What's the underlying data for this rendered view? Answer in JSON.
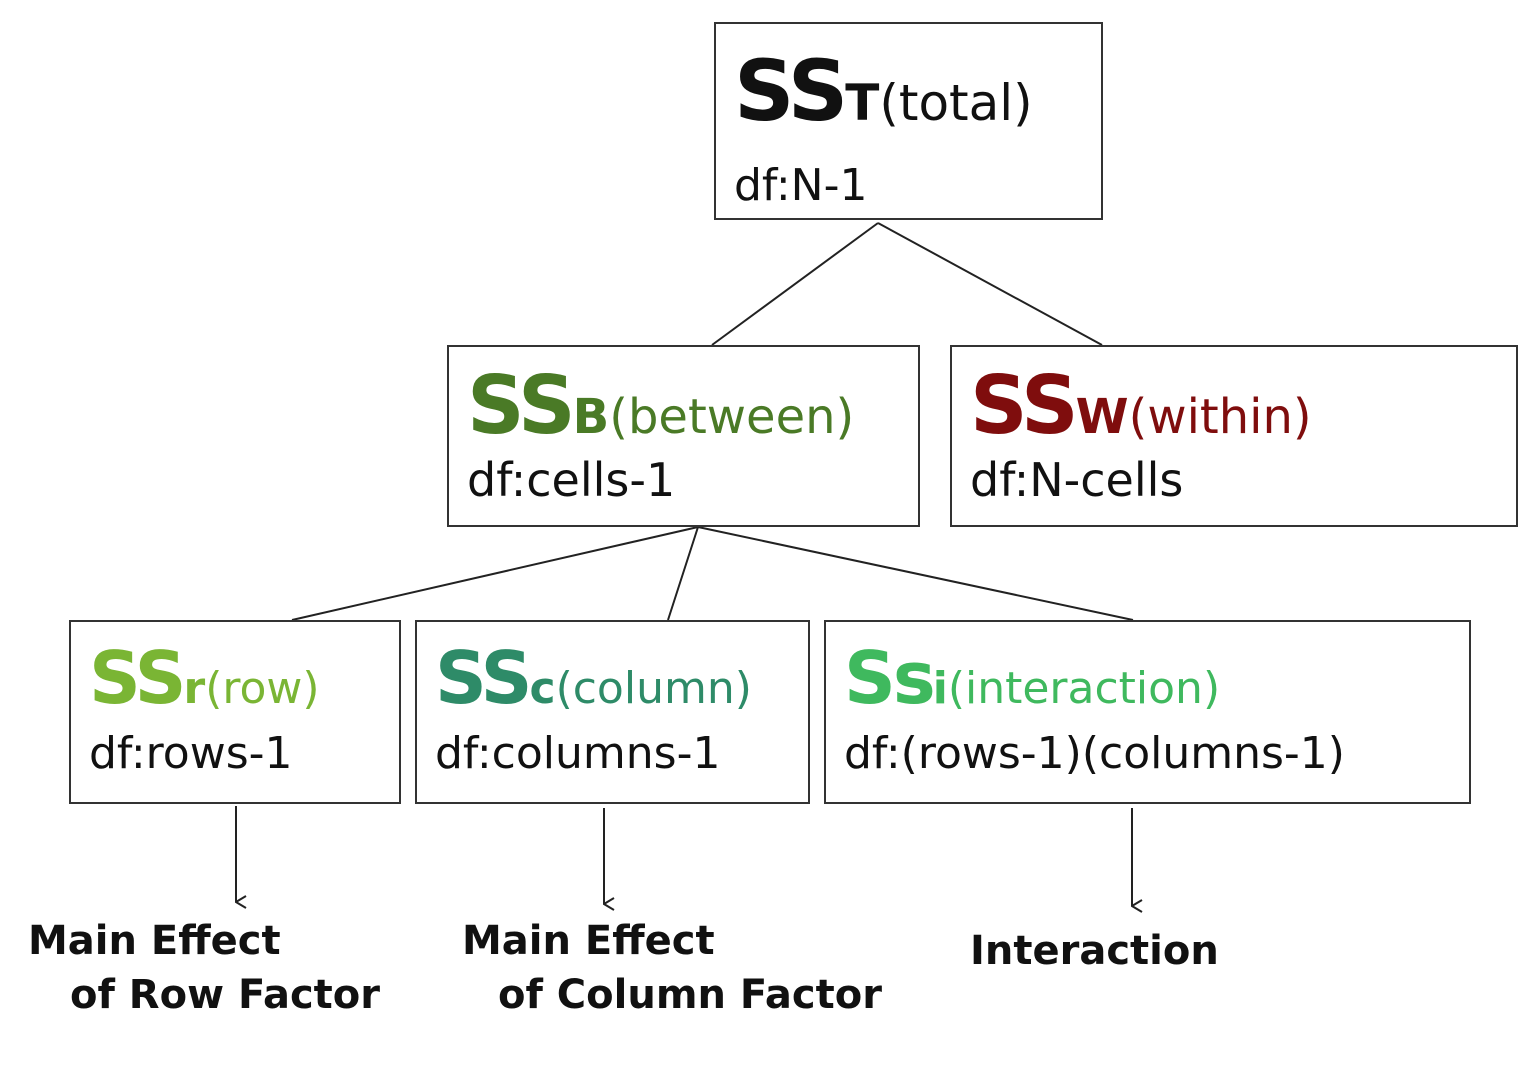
{
  "nodes": {
    "total": {
      "ss": "SS",
      "sub_letter": "T",
      "sub_text": "(total)",
      "df": "df:N-1",
      "color": "#111111"
    },
    "between": {
      "ss": "SS",
      "sub_letter": "B",
      "sub_text": "(between)",
      "df": "df:cells-1",
      "color": "#4a7a26"
    },
    "within": {
      "ss": "SS",
      "sub_letter": "W",
      "sub_text": "(within)",
      "df": "df:N-cells",
      "color": "#7f0d0d"
    },
    "row": {
      "ss": "SS",
      "sub_letter": "r",
      "sub_text": "(row)",
      "df": "df:rows-1",
      "color": "#7ab534"
    },
    "column": {
      "ss": "SS",
      "sub_letter": "c",
      "sub_text": "(column)",
      "df": "df:columns-1",
      "color": "#2e8b68"
    },
    "interaction": {
      "ss": "Ss",
      "sub_letter": "i",
      "sub_text": "(interaction)",
      "df": "df:(rows-1)(columns-1)",
      "color": "#3fb95e"
    }
  },
  "outcomes": {
    "row": [
      "Main Effect",
      "of Row Factor"
    ],
    "column": [
      "Main Effect",
      "of Column Factor"
    ],
    "interaction": [
      "Interaction"
    ]
  }
}
